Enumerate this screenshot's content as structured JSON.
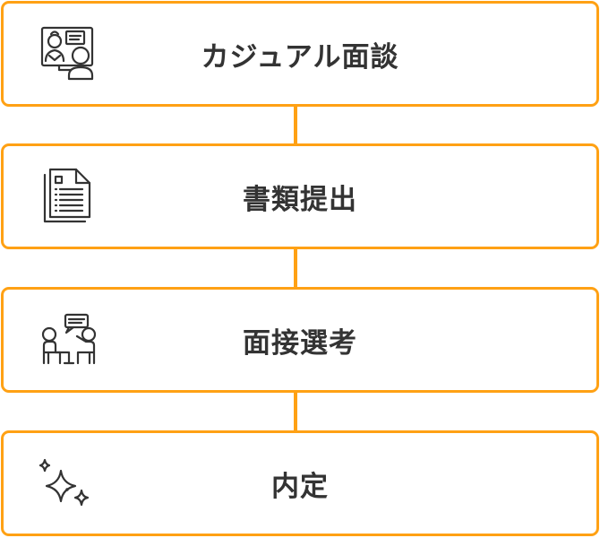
{
  "steps": [
    {
      "label": "カジュアル面談",
      "icon": "video-call-icon"
    },
    {
      "label": "書類提出",
      "icon": "document-icon"
    },
    {
      "label": "面接選考",
      "icon": "interview-icon"
    },
    {
      "label": "内定",
      "icon": "sparkle-icon"
    }
  ],
  "colors": {
    "accent": "#FFA114",
    "text": "#333333",
    "background": "#FFFFFF"
  }
}
